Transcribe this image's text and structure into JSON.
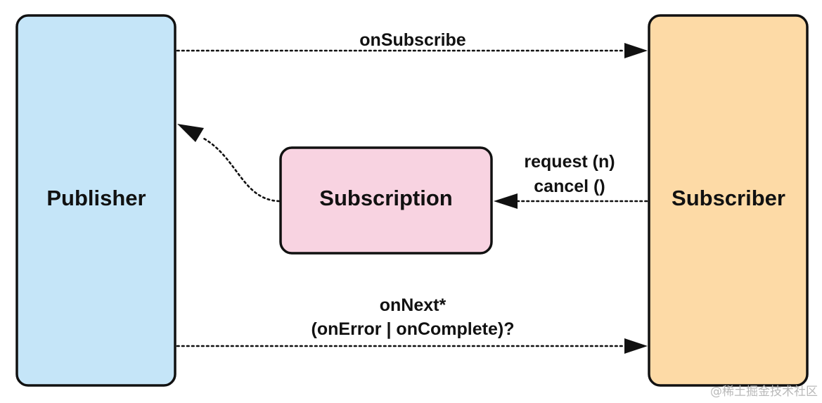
{
  "diagram": {
    "nodes": {
      "publisher": {
        "label": "Publisher",
        "fill": "#c5e5f8"
      },
      "subscription": {
        "label": "Subscription",
        "fill": "#f8d3e1"
      },
      "subscriber": {
        "label": "Subscriber",
        "fill": "#fddaa6"
      }
    },
    "edges": {
      "on_subscribe": {
        "label": "onSubscribe"
      },
      "request_cancel": {
        "label_line1": "request (n)",
        "label_line2": "cancel ()"
      },
      "subscription_to_publisher": {
        "label": ""
      },
      "on_next": {
        "label_line1": "onNext*",
        "label_line2": "(onError | onComplete)?"
      }
    },
    "colors": {
      "stroke": "#111111"
    }
  },
  "watermark": "@稀土掘金技术社区"
}
